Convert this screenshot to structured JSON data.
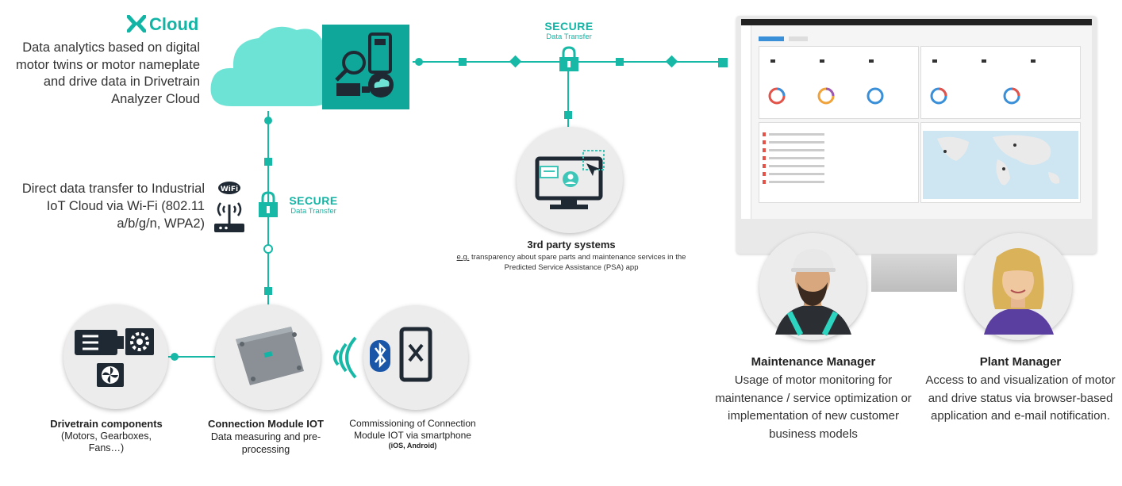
{
  "cloud": {
    "label": "Cloud",
    "description": "Data analytics based on digital motor twins or motor nameplate and drive data in Drivetrain Analyzer Cloud"
  },
  "wifi": {
    "description": "Direct data transfer to Industrial IoT Cloud via Wi-Fi (802.11 a/b/g/n, WPA2)"
  },
  "secure_top": {
    "title": "SECURE",
    "subtitle": "Data Transfer"
  },
  "secure_left": {
    "title": "SECURE",
    "subtitle": "Data Transfer"
  },
  "third_party": {
    "title": "3rd party systems",
    "prefix": "e.g.",
    "description": " transparency about spare parts and maintenance services in the Predicted Service Assistance (PSA) app"
  },
  "drivetrain": {
    "title": "Drivetrain components",
    "description": "(Motors, Gearboxes, Fans…)"
  },
  "connection_module": {
    "title": "Connection Module IOT",
    "description": "Data measuring and pre-processing"
  },
  "commissioning": {
    "title": "Commissioning of Connection Module IOT via smartphone",
    "platforms": "(iOS, Android)"
  },
  "maintenance_manager": {
    "title": "Maintenance Manager",
    "description": "Usage of motor monitoring for maintenance / service optimization or implementation of new customer business models"
  },
  "plant_manager": {
    "title": "Plant Manager",
    "description": "Access to and visualization of motor and drive status via browser-based application and e-mail notification."
  },
  "colors": {
    "accent": "#12b5a5",
    "line": "#18b8a6",
    "dark": "#1f2933"
  },
  "icons": [
    "x-logo-icon",
    "cloud-icon",
    "motor-analytics-icon",
    "padlock-icon",
    "wifi-icon",
    "router-icon",
    "computer-screen-icon",
    "bluetooth-icon",
    "smartphone-icon",
    "motor-icon",
    "gear-icon",
    "fan-icon",
    "connection-module-device",
    "signal-waves-icon",
    "dashboard-screenshot"
  ]
}
